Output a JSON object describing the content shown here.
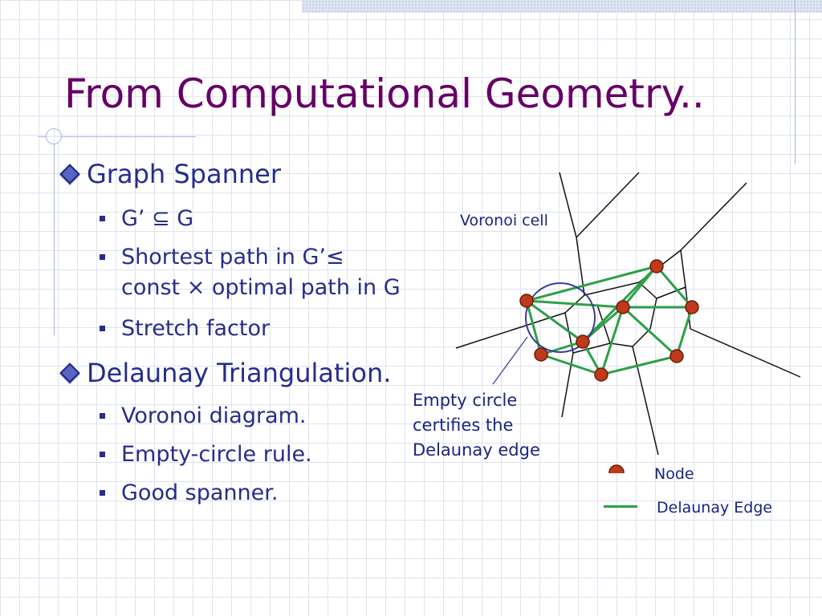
{
  "title": "From Computational Geometry..",
  "sections": [
    {
      "heading": "Graph Spanner",
      "items": [
        "G’ ⊆ G",
        "Shortest path in G’≤",
        "const × optimal path in G",
        "Stretch factor"
      ]
    },
    {
      "heading": "Delaunay Triangulation.",
      "items": [
        "Voronoi diagram.",
        "Empty-circle rule.",
        "Good spanner."
      ]
    }
  ],
  "diagram": {
    "voronoi_label": "Voronoi cell",
    "circle_caption": [
      "Empty circle",
      "certifies the",
      "Delaunay edge"
    ],
    "legend": {
      "node": "Node",
      "edge": "Delaunay Edge"
    },
    "colors": {
      "node_fill": "#c0391b",
      "node_stroke": "#6b1a0a",
      "edge": "#2ea047",
      "voronoi": "#111111",
      "circle": "#3a3a9a",
      "title": "#660066",
      "text": "#262d8a"
    }
  }
}
